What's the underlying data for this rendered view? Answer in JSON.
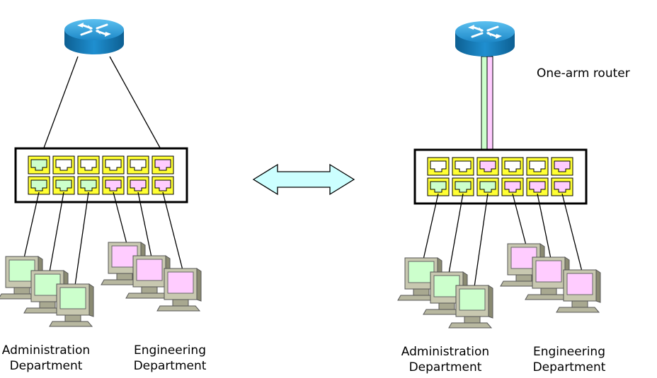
{
  "left_network": {
    "admin_dept": {
      "line1": "Administration",
      "line2": "Department"
    },
    "eng_dept": {
      "line1": "Engineering",
      "line2": "Department"
    }
  },
  "right_network": {
    "router_label": "One-arm router",
    "admin_dept": {
      "line1": "Administration",
      "line2": "Department"
    },
    "eng_dept": {
      "line1": "Engineering",
      "line2": "Department"
    }
  },
  "colors": {
    "admin_vlan": "#ccffcc",
    "eng_vlan": "#ffccff",
    "router_blue": "#1f8fd0",
    "port_frame": "#ffff33",
    "arrow_fill": "#ccffff"
  },
  "icons": [
    "router-icon",
    "switch-icon",
    "computer-icon",
    "double-arrow-icon"
  ]
}
